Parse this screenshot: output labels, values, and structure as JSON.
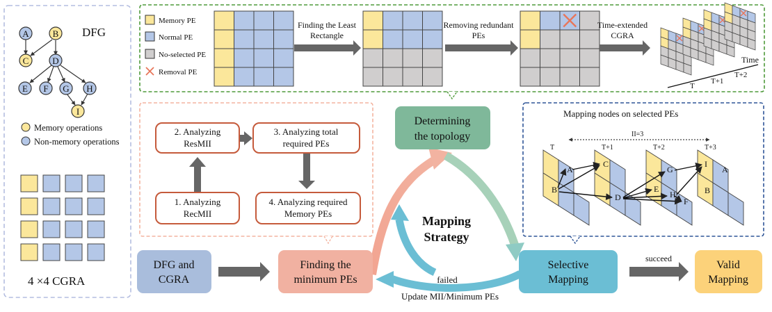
{
  "left_panel": {
    "dfg_label": "DFG",
    "dfg_nodes": [
      "A",
      "B",
      "C",
      "D",
      "E",
      "F",
      "G",
      "H",
      "I"
    ],
    "legend_memory": "Memory operations",
    "legend_nonmemory": "Non-memory operations",
    "cgra_label": "4 ×4 CGRA"
  },
  "top_panel": {
    "legend": [
      "Memory PE",
      "Normal PE",
      "No-selected PE",
      "Removal PE"
    ],
    "step1_label": [
      "Finding the Least",
      "Rectangle"
    ],
    "step2_label": [
      "Removing redundant",
      "PEs"
    ],
    "step3_label": [
      "Time-extended",
      "CGRA"
    ],
    "time_label": "Time",
    "time_ticks": [
      "T",
      "T+1",
      "T+2"
    ]
  },
  "analysis_panel": {
    "box1": [
      "1. Analyzing",
      "RecMII"
    ],
    "box2": [
      "2. Analyzing",
      "ResMII"
    ],
    "box3": [
      "3. Analyzing total",
      "required PEs"
    ],
    "box4": [
      "4. Analyzing required",
      "Memory PEs"
    ]
  },
  "mapping_panel": {
    "title": "Mapping nodes on selected PEs",
    "ii_label": "II=3",
    "time_labels": [
      "T",
      "T+1",
      "T+2",
      "T+3"
    ],
    "nodes": [
      "A",
      "B",
      "C",
      "D",
      "E",
      "G",
      "H",
      "F",
      "I",
      "A",
      "B"
    ]
  },
  "flow": {
    "dfg_cgra": [
      "DFG and",
      "CGRA"
    ],
    "finding_min": [
      "Finding the",
      "minimum PEs"
    ],
    "topology": [
      "Determining",
      "the topology"
    ],
    "selective": [
      "Selective",
      "Mapping"
    ],
    "valid": [
      "Valid",
      "Mapping"
    ],
    "strategy": [
      "Mapping",
      "Strategy"
    ],
    "succeed": "succeed",
    "failed": "failed",
    "update": "Update MII/Minimum PEs"
  },
  "colors": {
    "memory_pe": "#fbe79b",
    "normal_pe": "#b4c7e7",
    "noselected_pe": "#d0cece",
    "removal": "#e8765a",
    "dashed_green": "#4e9a3a",
    "dashed_blue": "#2f5597",
    "dashed_peach": "#f4b4a0",
    "dashed_lavender": "#b4bde0",
    "box_blue": "#a9bddc",
    "box_salmon": "#f1b1a1",
    "box_green": "#7fb89a",
    "box_teal": "#6bbed4",
    "box_yellow": "#fcd27a",
    "analysis_border": "#c55a3b",
    "arrow_gray": "#666666"
  }
}
